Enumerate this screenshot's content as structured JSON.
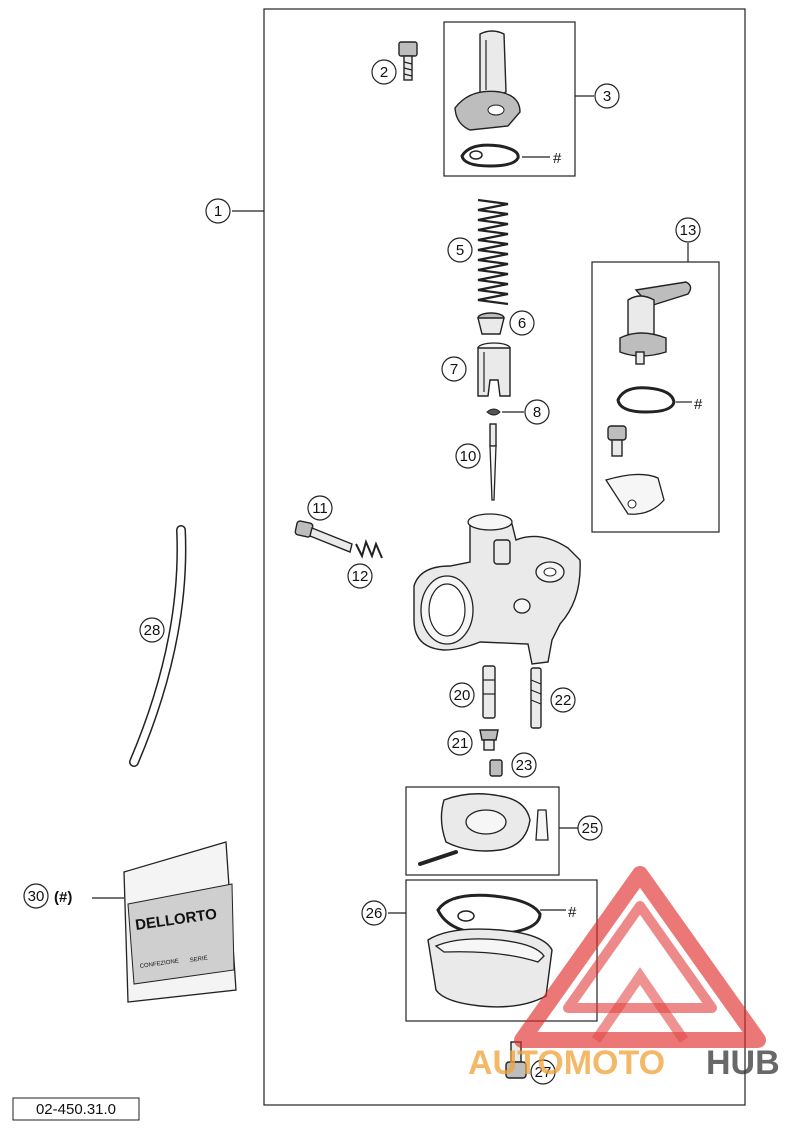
{
  "diagram_code": "02-450.31.0",
  "callouts": {
    "c1": "1",
    "c2": "2",
    "c3": "3",
    "c5": "5",
    "c6": "6",
    "c7": "7",
    "c8": "8",
    "c10": "10",
    "c11": "11",
    "c12": "12",
    "c13": "13",
    "c20": "20",
    "c21": "21",
    "c22": "22",
    "c23": "23",
    "c25": "25",
    "c26": "26",
    "c27": "27",
    "c28": "28",
    "c30": "30"
  },
  "markers": {
    "hash_3": "#",
    "hash_13": "#",
    "hash_26": "#",
    "hash_30": "(#)"
  },
  "bag_label": {
    "brand": "DELLORTO",
    "line1": "CONFEZIONE",
    "line2": "SERIE"
  },
  "watermark": {
    "part1": "AUTOMOTO",
    "part2": "HUB",
    "color_red": "#e02a2a",
    "color_orange": "#f0a23a",
    "color_dark": "#3a3a3a"
  }
}
